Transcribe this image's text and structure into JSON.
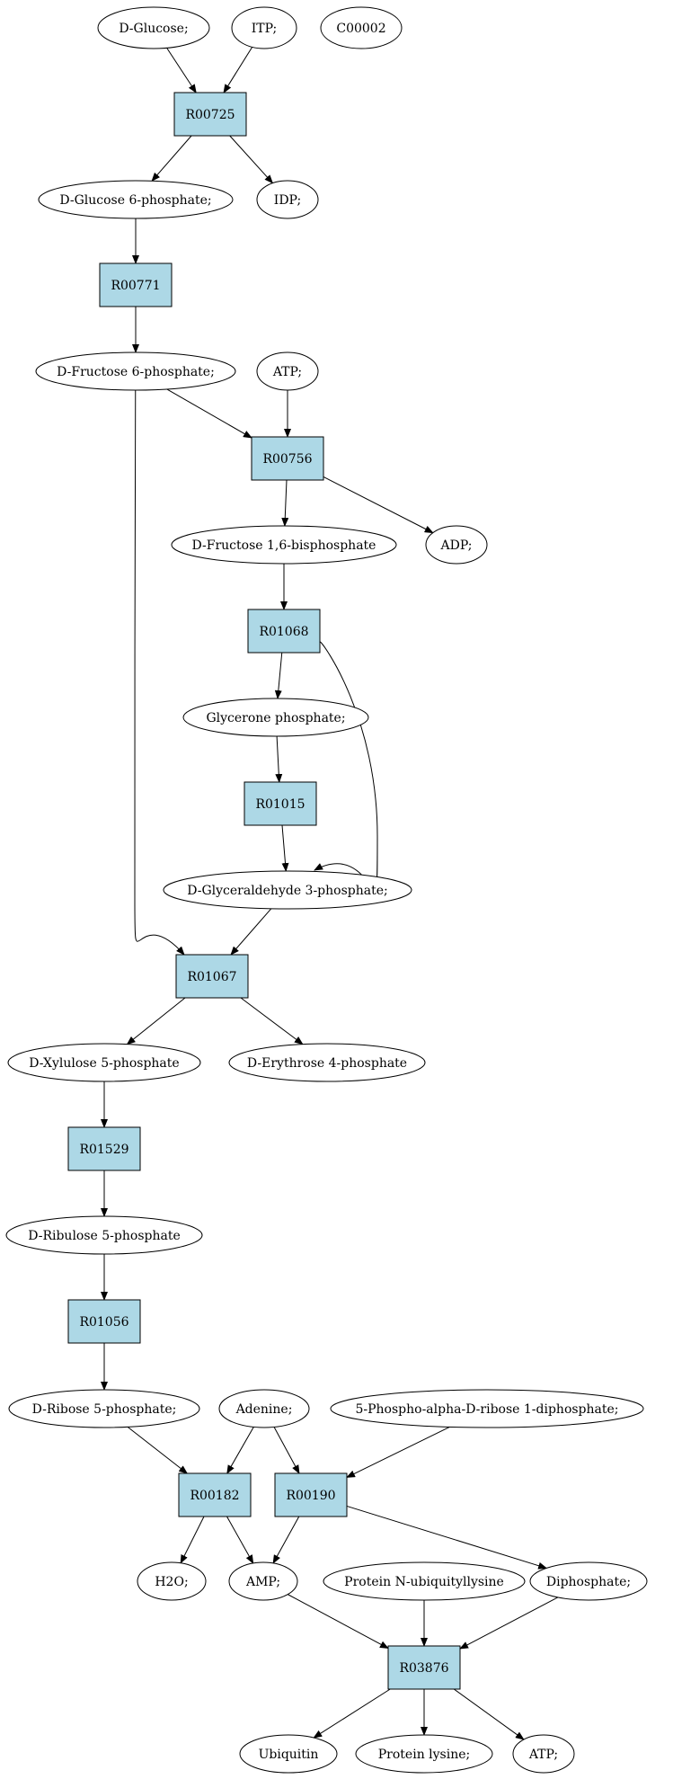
{
  "colors": {
    "reaction_fill": "#add8e6",
    "start_metabolite_fill": "#00ee00",
    "target_metabolite_fill": "#ffff00",
    "metabolite_fill": "#ffffff",
    "stroke": "#000000"
  },
  "nodes": {
    "glucose": {
      "label": "D-Glucose;",
      "kind": "metabolite",
      "highlight": "start"
    },
    "itp": {
      "label": "ITP;",
      "kind": "metabolite"
    },
    "c00002": {
      "label": "C00002",
      "kind": "metabolite",
      "highlight": "target"
    },
    "r00725": {
      "label": "R00725",
      "kind": "reaction"
    },
    "g6p": {
      "label": "D-Glucose 6-phosphate;",
      "kind": "metabolite"
    },
    "idp": {
      "label": "IDP;",
      "kind": "metabolite"
    },
    "r00771": {
      "label": "R00771",
      "kind": "reaction"
    },
    "f6p": {
      "label": "D-Fructose 6-phosphate;",
      "kind": "metabolite"
    },
    "atp1": {
      "label": "ATP;",
      "kind": "metabolite"
    },
    "r00756": {
      "label": "R00756",
      "kind": "reaction"
    },
    "fbp": {
      "label": "D-Fructose 1,6-bisphosphate",
      "kind": "metabolite"
    },
    "adp": {
      "label": "ADP;",
      "kind": "metabolite"
    },
    "r01068": {
      "label": "R01068",
      "kind": "reaction"
    },
    "dhap": {
      "label": "Glycerone phosphate;",
      "kind": "metabolite"
    },
    "r01015": {
      "label": "R01015",
      "kind": "reaction"
    },
    "g3p": {
      "label": "D-Glyceraldehyde 3-phosphate;",
      "kind": "metabolite"
    },
    "r01067": {
      "label": "R01067",
      "kind": "reaction"
    },
    "x5p": {
      "label": "D-Xylulose 5-phosphate",
      "kind": "metabolite"
    },
    "e4p": {
      "label": "D-Erythrose 4-phosphate",
      "kind": "metabolite"
    },
    "r01529": {
      "label": "R01529",
      "kind": "reaction"
    },
    "ru5p": {
      "label": "D-Ribulose 5-phosphate",
      "kind": "metabolite"
    },
    "r01056": {
      "label": "R01056",
      "kind": "reaction"
    },
    "r5p": {
      "label": "D-Ribose 5-phosphate;",
      "kind": "metabolite"
    },
    "adenine": {
      "label": "Adenine;",
      "kind": "metabolite"
    },
    "prpp": {
      "label": "5-Phospho-alpha-D-ribose 1-diphosphate;",
      "kind": "metabolite"
    },
    "r00182": {
      "label": "R00182",
      "kind": "reaction"
    },
    "r00190": {
      "label": "R00190",
      "kind": "reaction"
    },
    "h2o": {
      "label": "H2O;",
      "kind": "metabolite"
    },
    "amp": {
      "label": "AMP;",
      "kind": "metabolite"
    },
    "pnul": {
      "label": "Protein N-ubiquityllysine",
      "kind": "metabolite"
    },
    "ppi": {
      "label": "Diphosphate;",
      "kind": "metabolite"
    },
    "r03876": {
      "label": "R03876",
      "kind": "reaction"
    },
    "ubiquitin": {
      "label": "Ubiquitin",
      "kind": "metabolite"
    },
    "plys": {
      "label": "Protein lysine;",
      "kind": "metabolite"
    },
    "atp2": {
      "label": "ATP;",
      "kind": "metabolite"
    }
  },
  "edges": [
    {
      "from": "glucose",
      "to": "r00725"
    },
    {
      "from": "itp",
      "to": "r00725"
    },
    {
      "from": "r00725",
      "to": "g6p"
    },
    {
      "from": "r00725",
      "to": "idp"
    },
    {
      "from": "g6p",
      "to": "r00771"
    },
    {
      "from": "r00771",
      "to": "f6p"
    },
    {
      "from": "f6p",
      "to": "r00756"
    },
    {
      "from": "atp1",
      "to": "r00756"
    },
    {
      "from": "r00756",
      "to": "fbp"
    },
    {
      "from": "r00756",
      "to": "adp"
    },
    {
      "from": "fbp",
      "to": "r01068"
    },
    {
      "from": "r01068",
      "to": "dhap"
    },
    {
      "from": "r01068",
      "to": "g3p"
    },
    {
      "from": "dhap",
      "to": "r01015"
    },
    {
      "from": "r01015",
      "to": "g3p"
    },
    {
      "from": "f6p",
      "to": "r01067"
    },
    {
      "from": "g3p",
      "to": "r01067"
    },
    {
      "from": "r01067",
      "to": "x5p"
    },
    {
      "from": "r01067",
      "to": "e4p"
    },
    {
      "from": "x5p",
      "to": "r01529"
    },
    {
      "from": "r01529",
      "to": "ru5p"
    },
    {
      "from": "ru5p",
      "to": "r01056"
    },
    {
      "from": "r01056",
      "to": "r5p"
    },
    {
      "from": "r5p",
      "to": "r00182"
    },
    {
      "from": "adenine",
      "to": "r00182"
    },
    {
      "from": "adenine",
      "to": "r00190"
    },
    {
      "from": "prpp",
      "to": "r00190"
    },
    {
      "from": "r00182",
      "to": "h2o"
    },
    {
      "from": "r00182",
      "to": "amp"
    },
    {
      "from": "r00190",
      "to": "amp"
    },
    {
      "from": "r00190",
      "to": "ppi"
    },
    {
      "from": "amp",
      "to": "r03876"
    },
    {
      "from": "pnul",
      "to": "r03876"
    },
    {
      "from": "ppi",
      "to": "r03876"
    },
    {
      "from": "r03876",
      "to": "ubiquitin"
    },
    {
      "from": "r03876",
      "to": "plys"
    },
    {
      "from": "r03876",
      "to": "atp2"
    }
  ]
}
